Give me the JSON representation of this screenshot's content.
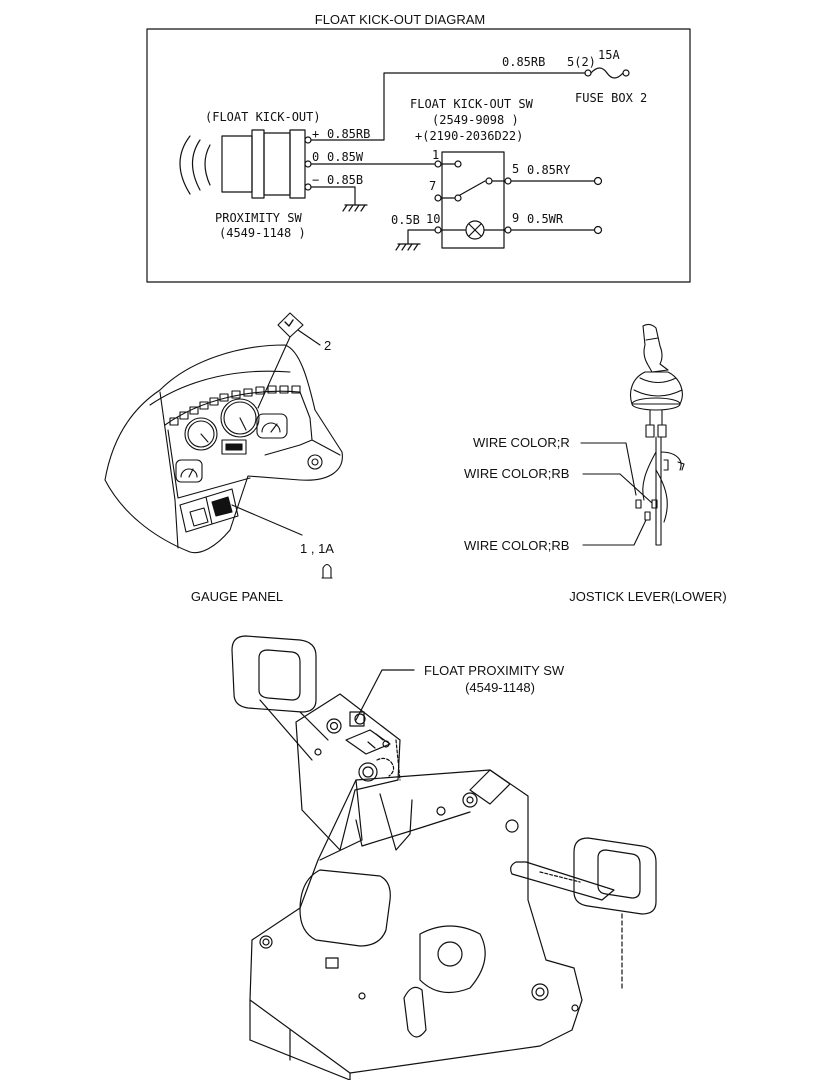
{
  "diagram": {
    "title": "FLOAT KICK-OUT DIAGRAM",
    "fuse": {
      "pin": "5(2)",
      "rating": "15A",
      "box": "FUSE BOX 2",
      "wire": "0.85RB"
    },
    "proximity": {
      "top_label": "(FLOAT KICK-OUT)",
      "name": "PROXIMITY SW",
      "part": "(4549-1148 )",
      "pins": [
        "+",
        "0",
        "−"
      ],
      "wires": [
        "0.85RB",
        "0.85W",
        "0.85B"
      ]
    },
    "kickout_sw": {
      "name": "FLOAT KICK-OUT SW",
      "part1": "(2549-9098 )",
      "part2": "+(2190-2036D22)",
      "pins": {
        "p1": "1",
        "p7": "7",
        "p10": "10",
        "p5": "5",
        "p9": "9"
      },
      "wires": {
        "w05b": "0.5B",
        "w085ry": "0.85RY",
        "w05wr": "0.5WR"
      }
    }
  },
  "gauge_panel": {
    "caption": "GAUGE PANEL",
    "callout_2": "2",
    "callout_1": "1 , 1A"
  },
  "joystick": {
    "caption": "JOSTICK LEVER(LOWER)",
    "wire_r": "WIRE COLOR;R",
    "wire_rb1": "WIRE COLOR;RB",
    "wire_rb2": "WIRE COLOR;RB"
  },
  "pedal": {
    "label": "FLOAT PROXIMITY SW",
    "part": "(4549-1148)"
  },
  "colors": {
    "ink": "#111111",
    "background": "#ffffff"
  }
}
